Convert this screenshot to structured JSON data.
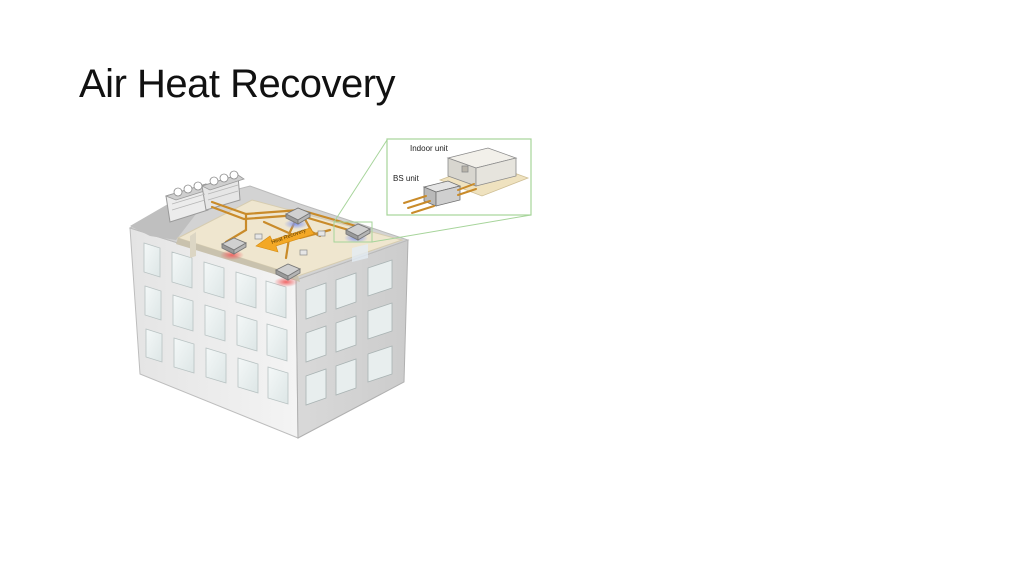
{
  "slide": {
    "title": "Air Heat Recovery"
  },
  "diagram": {
    "callout": {
      "indoor_unit_label": "Indoor unit",
      "bs_unit_label": "BS unit"
    },
    "arrow_label": "Heat Recovery"
  },
  "colors": {
    "callout_border": "#a6d49a",
    "floor": "#efe6cf",
    "pipe": "#c98b2a",
    "arrow": "#f3a826",
    "heating_glow": "#f07a7a",
    "cooling_glow": "#8fa7f0"
  }
}
